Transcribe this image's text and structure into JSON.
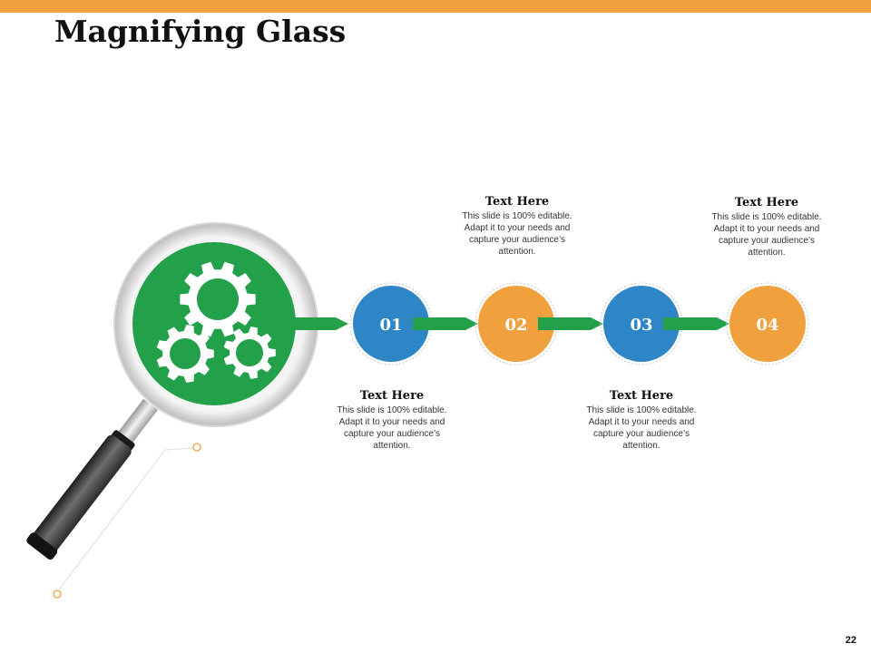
{
  "slide": {
    "title": "Magnifying Glass",
    "page_number": "22",
    "accent_color": "#f0a03c"
  },
  "steps": [
    {
      "number": "01",
      "color": "#2f86c6"
    },
    {
      "number": "02",
      "color": "#f0a03c"
    },
    {
      "number": "03",
      "color": "#2f86c6"
    },
    {
      "number": "04",
      "color": "#f0a03c"
    }
  ],
  "arrow_color": "#22a04a",
  "lens_color": "#22a04a",
  "lens_icon": "gears-icon",
  "text_blocks": [
    {
      "title": "Text Here",
      "body": "This slide is 100% editable. Adapt it to your needs and capture your audience’s attention."
    },
    {
      "title": "Text Here",
      "body": "This slide is 100% editable. Adapt it to your needs and capture your audience’s attention."
    },
    {
      "title": "Text Here",
      "body": "This slide is 100% editable. Adapt it to your needs and capture your audience’s attention."
    },
    {
      "title": "Text Here",
      "body": "This slide is 100% editable. Adapt it to your needs and capture your audience’s attention."
    }
  ]
}
